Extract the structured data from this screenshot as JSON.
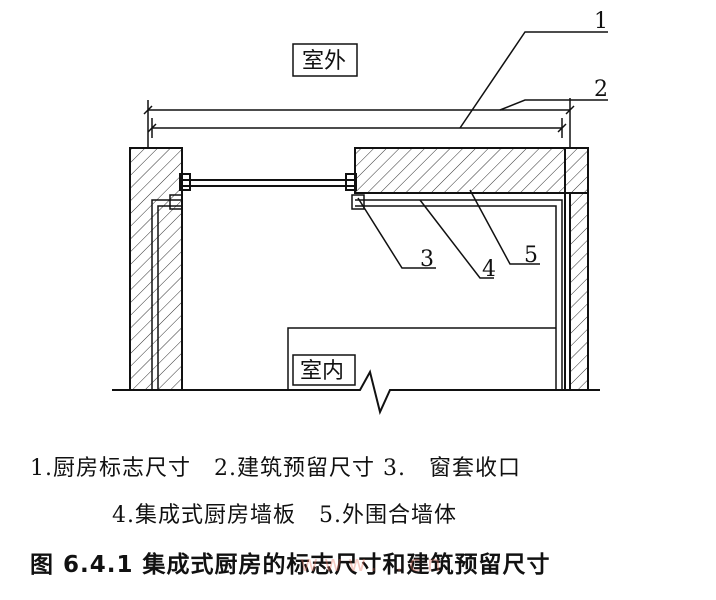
{
  "diagram": {
    "outside_label": "室外",
    "inside_label": "室内",
    "callouts": [
      "1",
      "2",
      "3",
      "4",
      "5"
    ]
  },
  "legend": {
    "line1": "1.厨房标志尺寸　2.建筑预留尺寸 3.　窗套收口",
    "line2": "4.集成式厨房墙板　5.外围合墙体"
  },
  "caption": "图 6.4.1 集成式厨房的标志尺寸和建筑预留尺寸",
  "watermark": "www.   .cn"
}
